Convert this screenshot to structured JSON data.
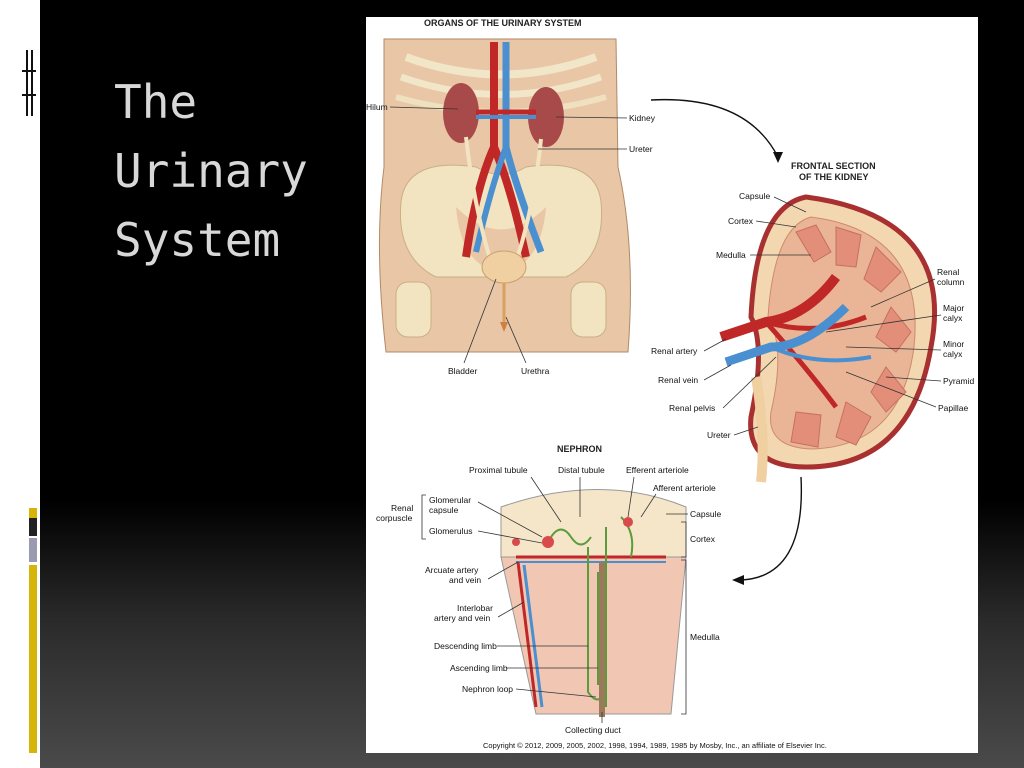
{
  "slide": {
    "title": "The\nUrinary\nSystem"
  },
  "figure": {
    "header_organs": "ORGANS OF THE URINARY SYSTEM",
    "organs_labels": {
      "hilum": "Hilum",
      "kidney": "Kidney",
      "ureter": "Ureter",
      "bladder": "Bladder",
      "urethra": "Urethra"
    },
    "frontal_title_1": "FRONTAL SECTION",
    "frontal_title_2": "OF THE KIDNEY",
    "kidney_labels": {
      "capsule": "Capsule",
      "cortex": "Cortex",
      "medulla": "Medulla",
      "renal_column_1": "Renal",
      "renal_column_2": "column",
      "major_calyx_1": "Major",
      "major_calyx_2": "calyx",
      "minor_calyx_1": "Minor",
      "minor_calyx_2": "calyx",
      "pyramid": "Pyramid",
      "papillae": "Papillae",
      "renal_artery": "Renal artery",
      "renal_vein": "Renal vein",
      "renal_pelvis": "Renal pelvis",
      "ureter": "Ureter"
    },
    "nephron_title": "NEPHRON",
    "nephron_labels": {
      "proximal_tubule": "Proximal tubule",
      "distal_tubule": "Distal tubule",
      "efferent_arteriole": "Efferent arteriole",
      "afferent_arteriole": "Afferent arteriole",
      "glomerular_capsule_1": "Glomerular",
      "glomerular_capsule_2": "capsule",
      "renal_corpuscle_1": "Renal",
      "renal_corpuscle_2": "corpuscle",
      "glomerulus": "Glomerulus",
      "capsule": "Capsule",
      "cortex": "Cortex",
      "arcuate_1": "Arcuate artery",
      "arcuate_2": "and vein",
      "interlobar_1": "Interlobar",
      "interlobar_2": "artery and vein",
      "descending_limb": "Descending limb",
      "ascending_limb": "Ascending limb",
      "nephron_loop": "Nephron loop",
      "medulla": "Medulla",
      "collecting_duct": "Collecting duct"
    },
    "copyright": "Copyright © 2012, 2009, 2005, 2002, 1998, 1994, 1989, 1985 by Mosby, Inc., an affiliate of Elsevier Inc."
  }
}
